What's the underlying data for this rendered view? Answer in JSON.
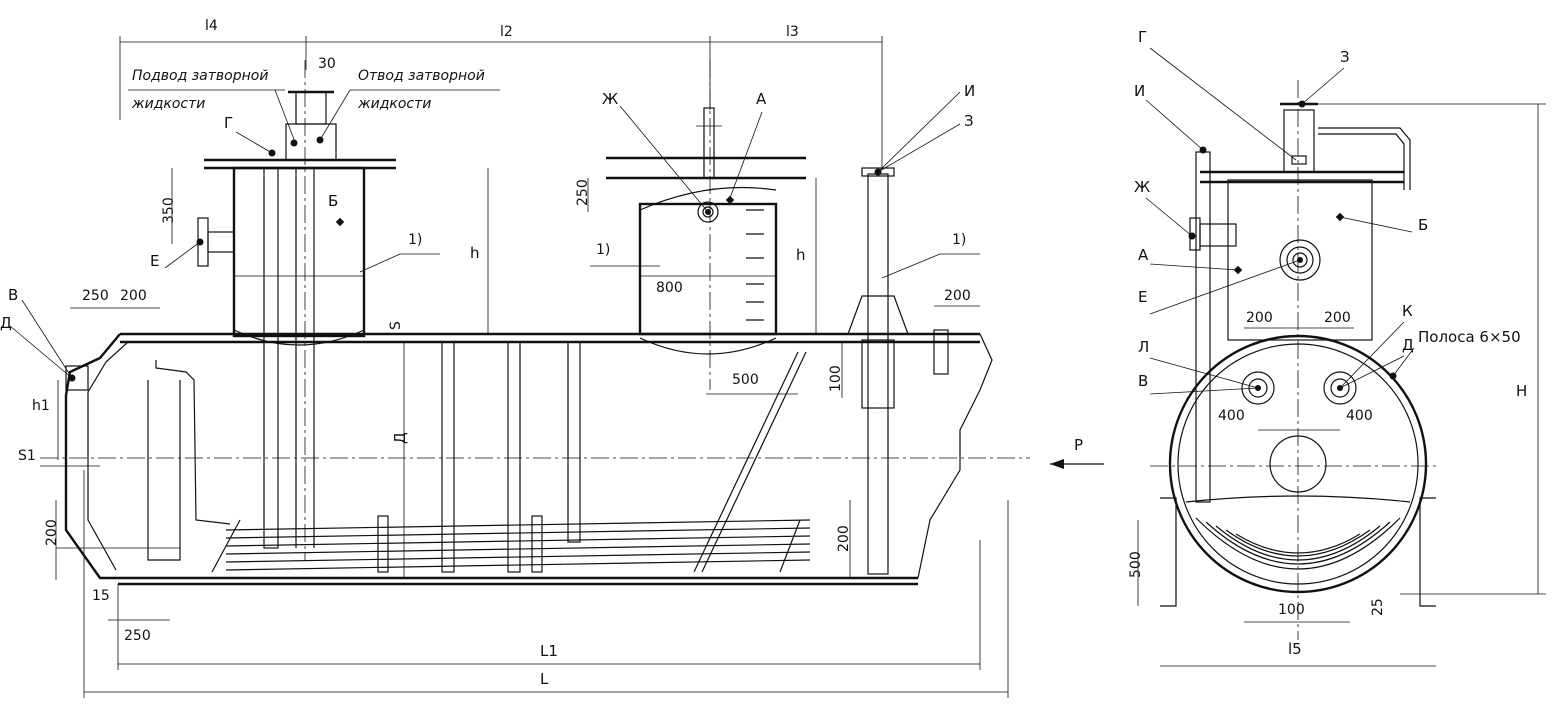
{
  "colors": {
    "ink": "#111111",
    "paper": "#ffffff"
  },
  "labels": {
    "l4": "l4",
    "l2": "l2",
    "l3": "l3",
    "dim_30": "30",
    "note_supply_1": "Подвод затворной",
    "note_supply_2": "жидкости",
    "note_drain_1": "Отвод затворной",
    "note_drain_2": "жидкости",
    "G": "Г",
    "Zh": "Ж",
    "A": "А",
    "I": "И",
    "Z": "З",
    "B": "Б",
    "E": "Е",
    "V": "В",
    "D": "Д",
    "K": "К",
    "L": "L",
    "mark_1a": "1)",
    "mark_1b": "1)",
    "mark_1c": "1)",
    "h_left": "h",
    "h_mid": "h",
    "h1": "h1",
    "S": "S",
    "S1": "S1",
    "D_dim": "Д",
    "P": "Р",
    "H": "Н",
    "L1": "L1",
    "l5": "l5",
    "strip": "Полоса 6×50",
    "right_G": "Г",
    "right_Z": "З",
    "right_I": "И",
    "right_Zh": "Ж",
    "right_A": "А",
    "right_E": "Е",
    "right_B": "Б",
    "right_K": "К",
    "right_D": "Д",
    "right_L": "Л",
    "right_V": "В"
  },
  "dimensions": {
    "d350": "350",
    "d250a": "250",
    "d200a": "200",
    "d250b": "250",
    "d800": "800",
    "d500a": "500",
    "d100a": "100",
    "d200b": "200",
    "d200c": "200",
    "d200d": "200",
    "d15": "15",
    "d250c": "250",
    "r200a": "200",
    "r200b": "200",
    "r400a": "400",
    "r400b": "400",
    "r500": "500",
    "r100": "100",
    "r25": "25"
  }
}
